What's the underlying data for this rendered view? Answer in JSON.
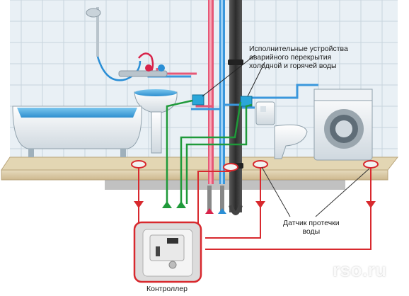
{
  "labels": {
    "valves_line1": "Исполнительные устройства",
    "valves_line2": "аварийного перекрытия",
    "valves_line3": "холодной и горячей воды",
    "sensor_line1": "Датчик протечки",
    "sensor_line2": "воды",
    "controller": "Контроллер"
  },
  "watermark": "rso.ru",
  "colors": {
    "tile": "#e8eff4",
    "tile_grout": "#c9d5de",
    "floor_top": "#d9c9a4",
    "floor_front": "#cbb58b",
    "cold_water": "#2b8fd6",
    "hot_water": "#d8234a",
    "sensor_wire": "#d8292e",
    "valve_wire": "#1f9a3a",
    "valve_box": "#29a6d9",
    "soil_pipe": "#3d3d3d"
  },
  "icons": [
    "bathtub-icon",
    "sink-icon",
    "shower-icon",
    "toilet-icon",
    "washing-machine-icon",
    "valve-icon",
    "leak-sensor-icon",
    "controller-icon"
  ]
}
